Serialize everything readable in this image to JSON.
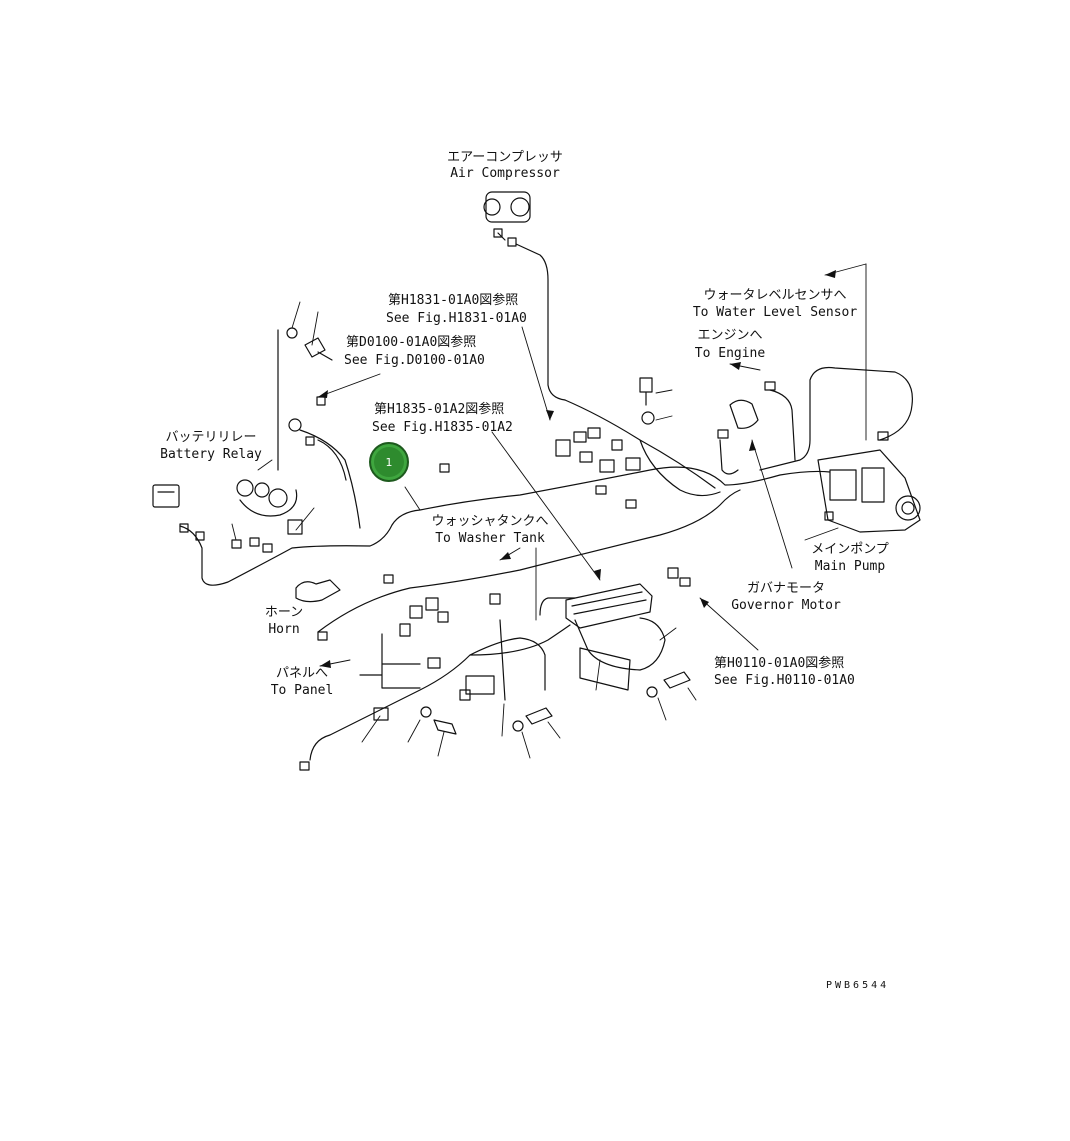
{
  "labels": {
    "air_compressor": {
      "jp": "エアーコンプレッサ",
      "en": "Air Compressor"
    },
    "see_h1831": {
      "jp": "第H1831-01A0図参照",
      "en": "See Fig.H1831-01A0"
    },
    "see_d0100": {
      "jp": "第D0100-01A0図参照",
      "en": "See Fig.D0100-01A0"
    },
    "see_h1835": {
      "jp": "第H1835-01A2図参照",
      "en": "See Fig.H1835-01A2"
    },
    "battery_relay": {
      "jp": "バッテリリレー",
      "en": "Battery Relay"
    },
    "water_level_sensor": {
      "jp": "ウォータレベルセンサへ",
      "en": "To Water Level Sensor"
    },
    "engine": {
      "jp": "エンジンへ",
      "en": "To Engine"
    },
    "washer_tank": {
      "jp": "ウォッシャタンクへ",
      "en": "To Washer Tank"
    },
    "main_pump": {
      "jp": "メインポンプ",
      "en": "Main Pump"
    },
    "governor_motor": {
      "jp": "ガバナモータ",
      "en": "Governor Motor"
    },
    "horn": {
      "jp": "ホーン",
      "en": "Horn"
    },
    "panel": {
      "jp": "パネルへ",
      "en": "To Panel"
    },
    "see_h0110": {
      "jp": "第H0110-01A0図参照",
      "en": "See Fig.H0110-01A0"
    }
  },
  "callout": {
    "number": "1"
  },
  "drawing_code": "PWB6544",
  "colors": {
    "callout_fill": "#2e8b2e",
    "ink": "#111111"
  }
}
